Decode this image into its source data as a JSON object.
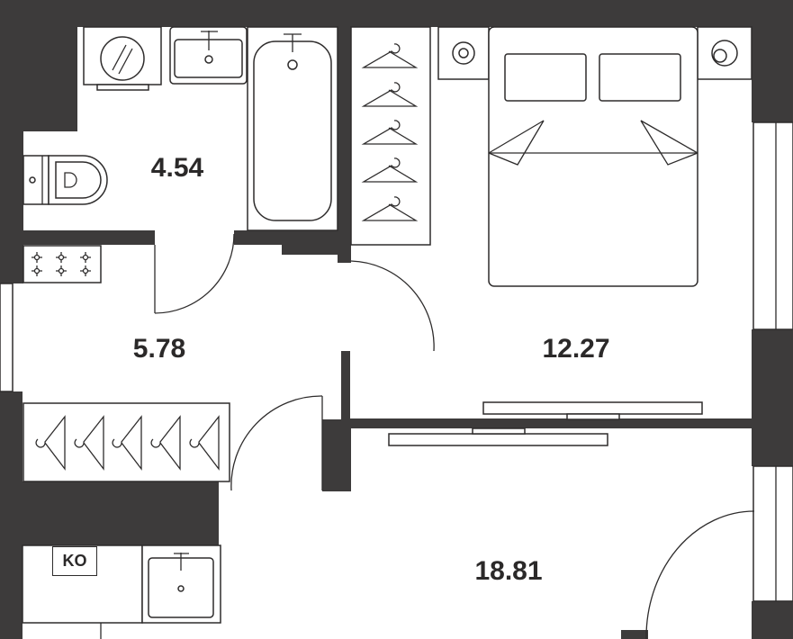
{
  "rooms": [
    {
      "name": "bathroom",
      "area": "4.54"
    },
    {
      "name": "hallway",
      "area": "5.78"
    },
    {
      "name": "bedroom",
      "area": "12.27"
    },
    {
      "name": "living-kitchen",
      "area": "18.81"
    }
  ],
  "kitchen": {
    "ko_label": "KO"
  },
  "colors": {
    "wall": "#3d3b3b",
    "line": "#2e2c2c",
    "floor": "#ffffff"
  }
}
